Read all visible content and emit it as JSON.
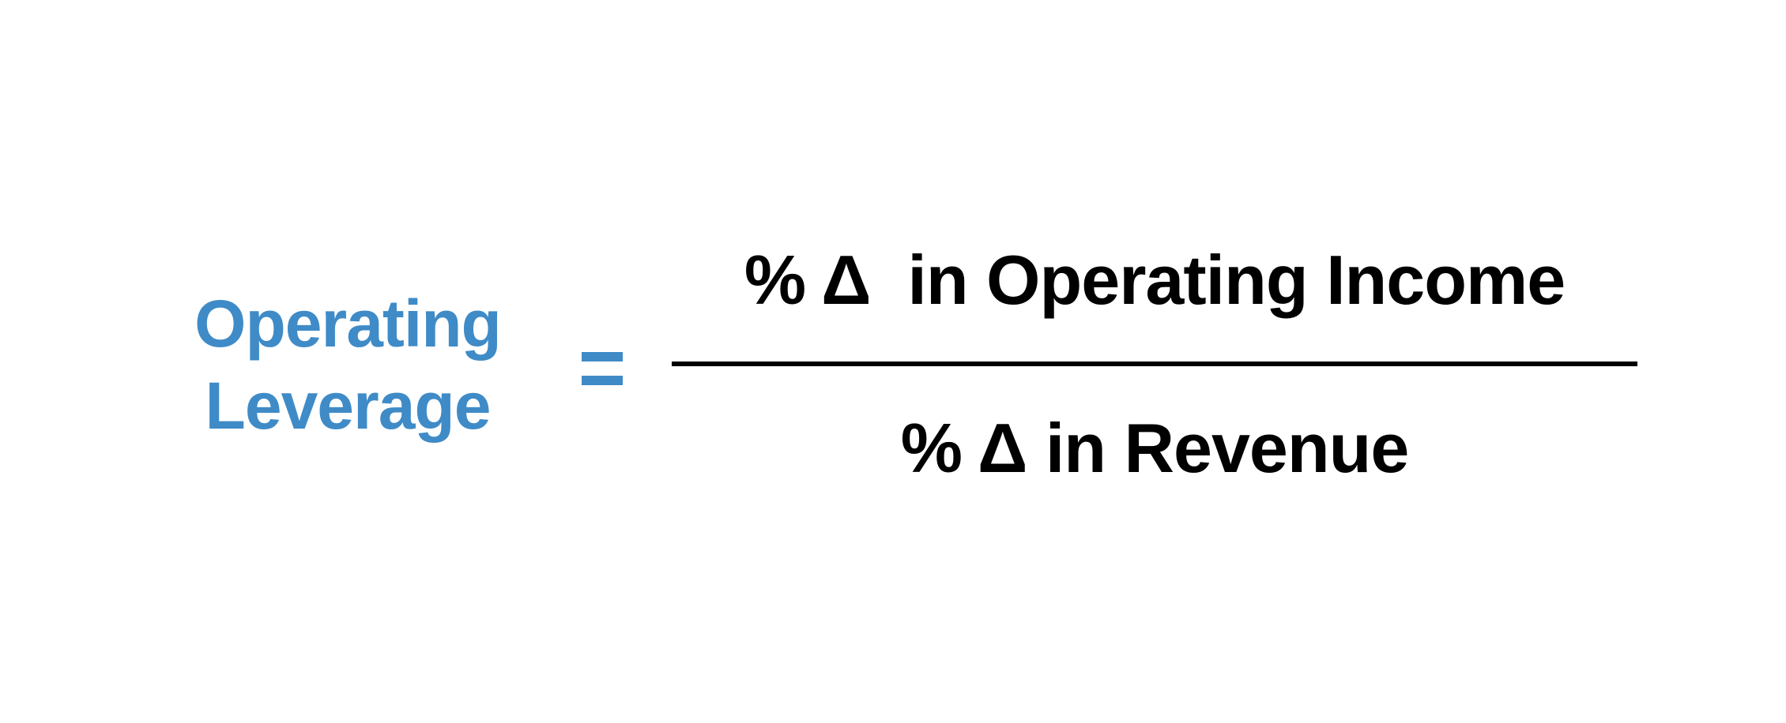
{
  "formula": {
    "lhs": {
      "line1": "Operating",
      "line2": "Leverage"
    },
    "operator": "=",
    "numerator": "% Δ  in Operating Income",
    "denominator": "% Δ in Revenue"
  },
  "colors": {
    "accent": "#3f8bc7",
    "text": "#000000",
    "background": "#ffffff"
  }
}
